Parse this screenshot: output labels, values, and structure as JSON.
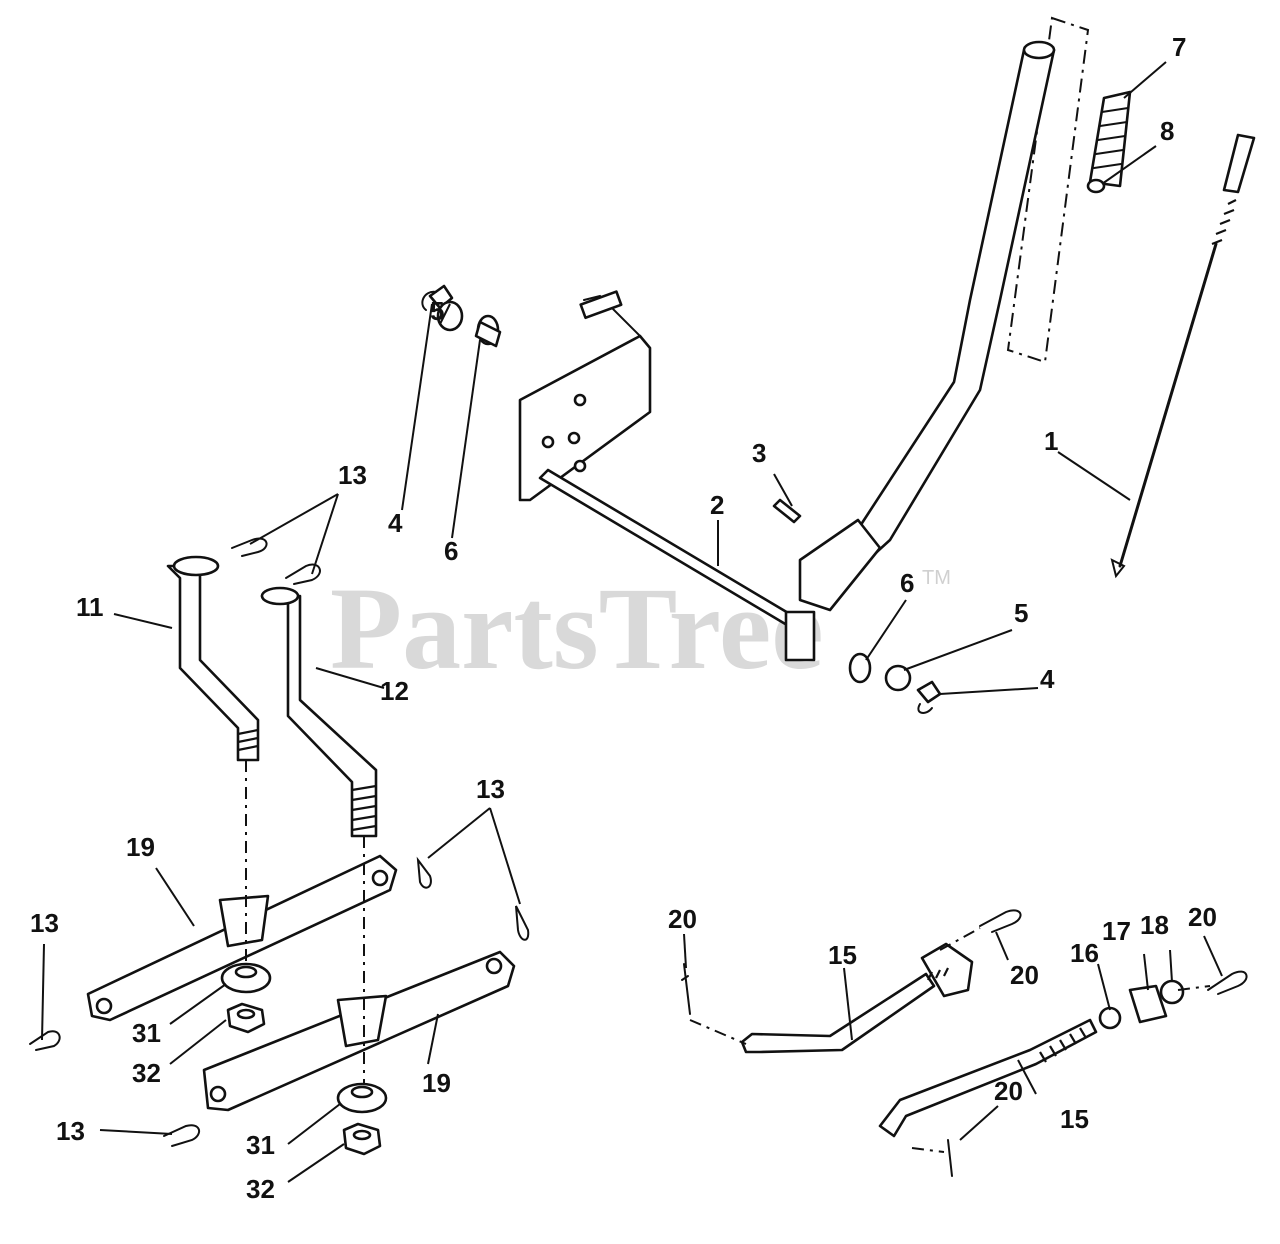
{
  "watermark": {
    "brand": "PartsTree",
    "mark": "TM"
  },
  "callouts": [
    {
      "id": "c1",
      "text": "1"
    },
    {
      "id": "c2",
      "text": "2"
    },
    {
      "id": "c3",
      "text": "3"
    },
    {
      "id": "c4a",
      "text": "4"
    },
    {
      "id": "c4b",
      "text": "4"
    },
    {
      "id": "c5a",
      "text": "5"
    },
    {
      "id": "c5b",
      "text": "5"
    },
    {
      "id": "c6a",
      "text": "6"
    },
    {
      "id": "c6b",
      "text": "6"
    },
    {
      "id": "c7",
      "text": "7"
    },
    {
      "id": "c8",
      "text": "8"
    },
    {
      "id": "c11",
      "text": "11"
    },
    {
      "id": "c12",
      "text": "12"
    },
    {
      "id": "c13a",
      "text": "13"
    },
    {
      "id": "c13b",
      "text": "13"
    },
    {
      "id": "c13c",
      "text": "13"
    },
    {
      "id": "c13d",
      "text": "13"
    },
    {
      "id": "c15a",
      "text": "15"
    },
    {
      "id": "c15b",
      "text": "15"
    },
    {
      "id": "c16",
      "text": "16"
    },
    {
      "id": "c17",
      "text": "17"
    },
    {
      "id": "c18",
      "text": "18"
    },
    {
      "id": "c19a",
      "text": "19"
    },
    {
      "id": "c19b",
      "text": "19"
    },
    {
      "id": "c20a",
      "text": "20"
    },
    {
      "id": "c20b",
      "text": "20"
    },
    {
      "id": "c20c",
      "text": "20"
    },
    {
      "id": "c20d",
      "text": "20"
    },
    {
      "id": "c31a",
      "text": "31"
    },
    {
      "id": "c31b",
      "text": "31"
    },
    {
      "id": "c32a",
      "text": "32"
    },
    {
      "id": "c32b",
      "text": "32"
    }
  ]
}
